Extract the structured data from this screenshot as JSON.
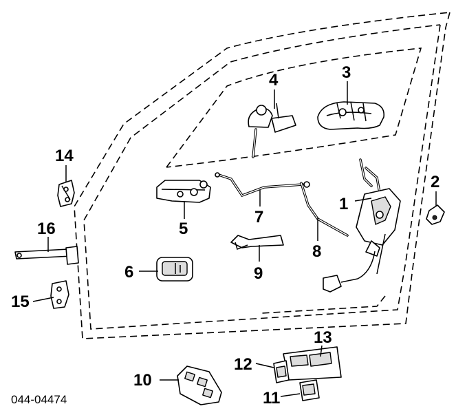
{
  "diagram": {
    "diagram_code": "044-04474",
    "callouts": [
      {
        "id": "1",
        "text": "1"
      },
      {
        "id": "2",
        "text": "2"
      },
      {
        "id": "3",
        "text": "3"
      },
      {
        "id": "4",
        "text": "4"
      },
      {
        "id": "5",
        "text": "5"
      },
      {
        "id": "6",
        "text": "6"
      },
      {
        "id": "7",
        "text": "7"
      },
      {
        "id": "8",
        "text": "8"
      },
      {
        "id": "9",
        "text": "9"
      },
      {
        "id": "10",
        "text": "10"
      },
      {
        "id": "11",
        "text": "11"
      },
      {
        "id": "12",
        "text": "12"
      },
      {
        "id": "13",
        "text": "13"
      },
      {
        "id": "14",
        "text": "14"
      },
      {
        "id": "15",
        "text": "15"
      },
      {
        "id": "16",
        "text": "16"
      }
    ]
  }
}
